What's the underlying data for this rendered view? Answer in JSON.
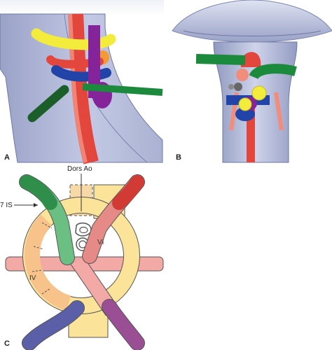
{
  "panels": {
    "a": {
      "letter": "A"
    },
    "b": {
      "letter": "B"
    },
    "c": {
      "letter": "C",
      "labels": {
        "dorsal_aorta": "Dors Ao",
        "seventh_intersegmental": "7 IS",
        "arch_iv": "IV",
        "arch_vi": "VI"
      }
    }
  },
  "colors": {
    "yellow": "#f4ec3c",
    "orange": "#f39a35",
    "red": "#e2463c",
    "salmon": "#f28c7c",
    "blue": "#2244a8",
    "purple": "#84239a",
    "green": "#1b8a3c",
    "darkgreen": "#1b5e2a",
    "wall": "#b8bfdc",
    "wall_dark": "#8e97be",
    "c_yellow": "#fbe39a",
    "c_orange": "#f8c38a",
    "c_pink": "#f3a9a6",
    "c_green": "#6cbf82",
    "c_red": "#e05b54",
    "c_blue": "#5a5fa8",
    "c_purple": "#9a4f95",
    "c_pink_vessel": "#d98088"
  }
}
